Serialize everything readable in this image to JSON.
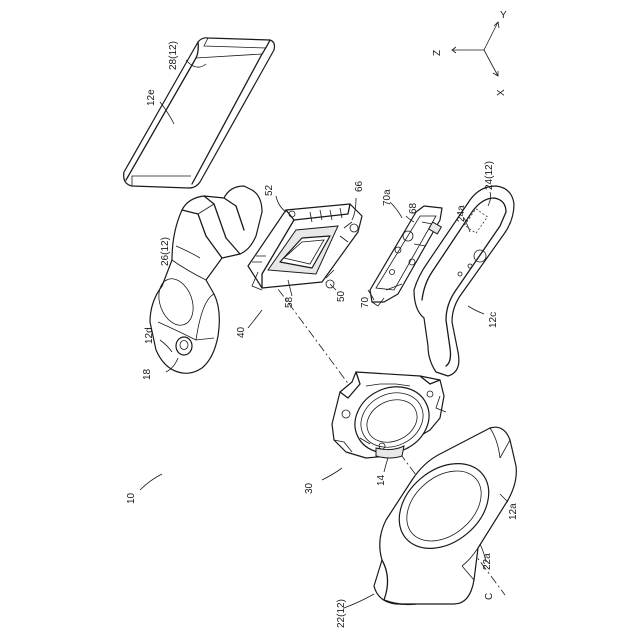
{
  "labels": {
    "l10": "10",
    "l12a": "12a",
    "l12c": "12c",
    "l12d": "12d",
    "l12e": "12e",
    "l14": "14",
    "l18": "18",
    "l22": "22(12)",
    "l22a": "22a",
    "l24": "24(12)",
    "l24a": "24a",
    "l26": "26(12)",
    "l28": "28(12)",
    "l30": "30",
    "l40": "40",
    "l50": "50",
    "l52": "52",
    "l58": "58",
    "l66": "66",
    "l68": "68",
    "l70": "70",
    "l70a": "70a",
    "lC": "C"
  },
  "axes": {
    "x": "X",
    "y": "Y",
    "z": "Z"
  }
}
